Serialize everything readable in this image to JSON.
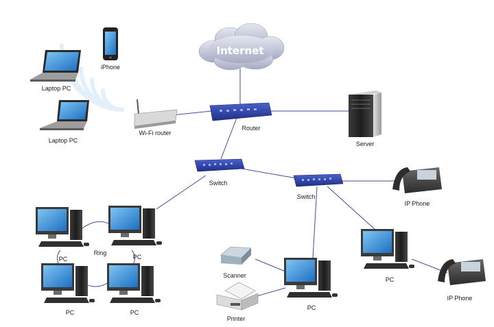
{
  "labels": {
    "internet": "Internet",
    "iphone": "iPhone",
    "laptop1": "Laptop PC",
    "laptop2": "Laptop PC",
    "wifi_router": "Wi-Fi router",
    "router": "Router",
    "server": "Server",
    "switch_left": "Switch",
    "switch_right": "Switch",
    "ip_phone_top": "IP Phone",
    "ip_phone_bottom": "IP Phone",
    "ring": "Ring",
    "pc_ring_tl": "PC",
    "pc_ring_tr": "PC",
    "pc_ring_bl": "PC",
    "pc_ring_br": "PC",
    "scanner": "Scanner",
    "printer": "Printer",
    "pc_center": "PC",
    "pc_right": "PC"
  }
}
